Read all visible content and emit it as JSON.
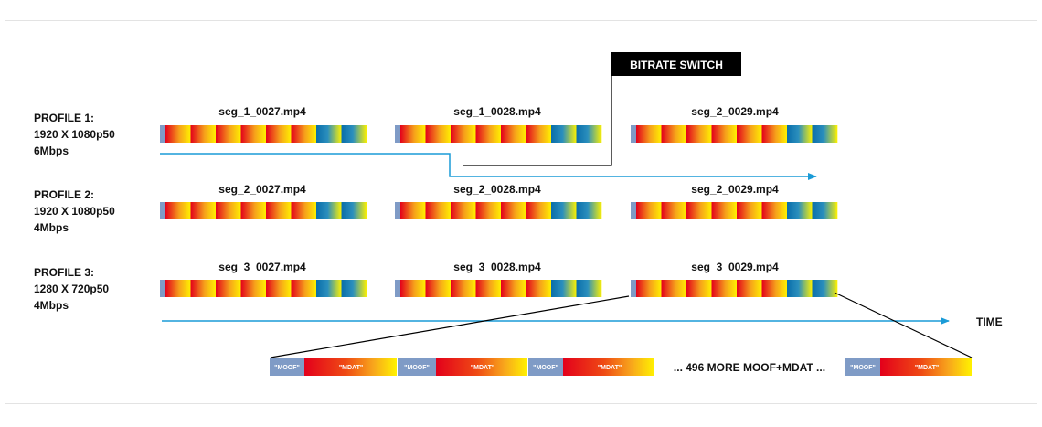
{
  "profiles": [
    {
      "name": "PROFILE 1:",
      "resolution": "1920 X 1080p50",
      "bitrate": "6Mbps",
      "segments": [
        "seg_1_0027.mp4",
        "seg_1_0028.mp4",
        "seg_2_0029.mp4"
      ]
    },
    {
      "name": "PROFILE 2:",
      "resolution": "1920 X 1080p50",
      "bitrate": "4Mbps",
      "segments": [
        "seg_2_0027.mp4",
        "seg_2_0028.mp4",
        "seg_2_0029.mp4"
      ]
    },
    {
      "name": "PROFILE 3:",
      "resolution": "1280 X 720p50",
      "bitrate": "4Mbps",
      "segments": [
        "seg_3_0027.mp4",
        "seg_3_0028.mp4",
        "seg_3_0029.mp4"
      ]
    }
  ],
  "bitrate_switch_label": "BITRATE SWITCH",
  "time_label": "TIME",
  "expansion": {
    "moof_label": "\"MOOF\"",
    "mdat_label": "\"MDAT\"",
    "more_label": "... 496 MORE MOOF+MDAT ..."
  },
  "colors": {
    "moof": "#7f9bc6",
    "red": "#e3001b",
    "orange": "#f58a1f",
    "yellow": "#fff200",
    "blue": "#0a6eaa",
    "arrow": "#1a9bd7",
    "switch_box": "#000000"
  }
}
